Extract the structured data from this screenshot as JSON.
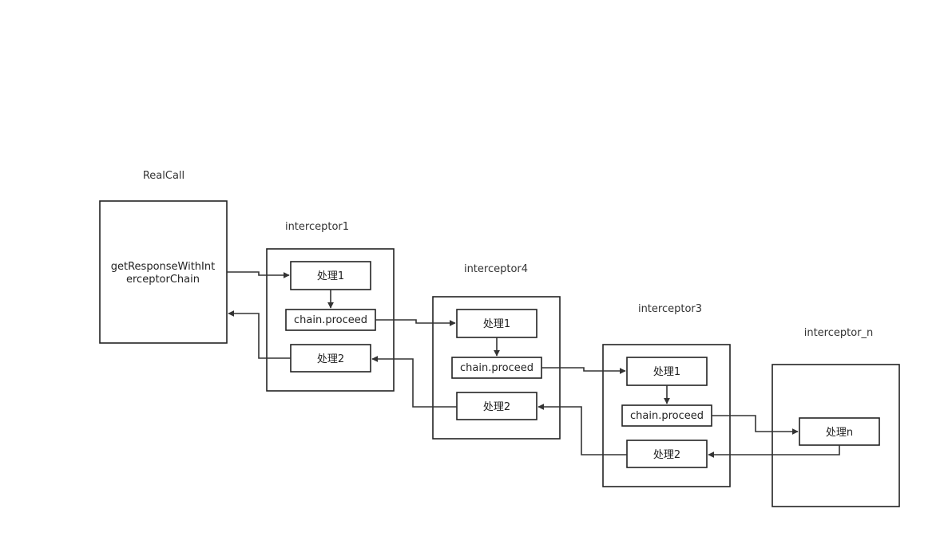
{
  "realcall": {
    "title": "RealCall",
    "method_line1": "getResponseWithInt",
    "method_line2": "erceptorChain"
  },
  "interceptors": [
    {
      "title": "interceptor1",
      "step1": "处理1",
      "proceed": "chain.proceed",
      "step2": "处理2"
    },
    {
      "title": "interceptor4",
      "step1": "处理1",
      "proceed": "chain.proceed",
      "step2": "处理2"
    },
    {
      "title": "interceptor3",
      "step1": "处理1",
      "proceed": "chain.proceed",
      "step2": "处理2"
    }
  ],
  "interceptor_n": {
    "title": "interceptor_n",
    "step": "处理n"
  },
  "colors": {
    "stroke": "#222222",
    "text": "#333333",
    "background": "#ffffff"
  }
}
